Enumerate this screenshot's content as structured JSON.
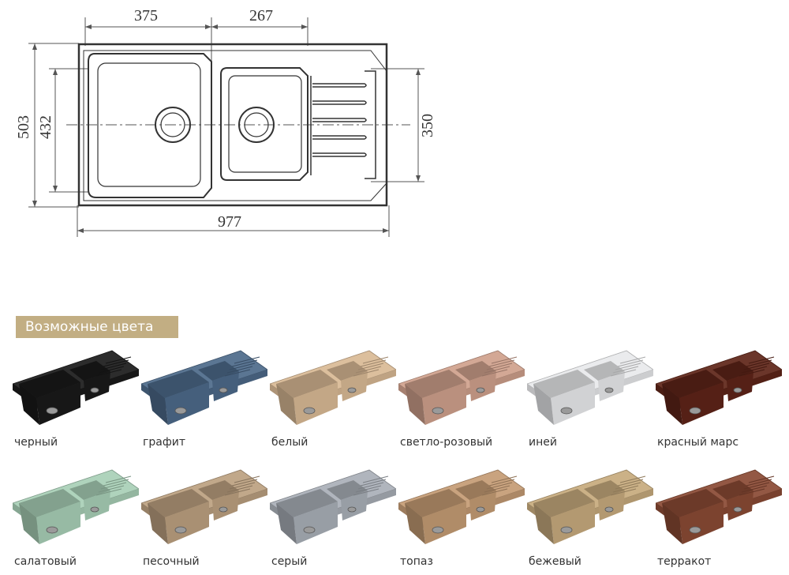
{
  "drawing": {
    "dimensions": {
      "left_bowl_width": "375",
      "right_bowl_width": "267",
      "total_width": "977",
      "total_depth": "503",
      "inner_depth": "432",
      "bowl_depth": "350"
    }
  },
  "colors_section": {
    "title": "Возможные цвета",
    "swatches": [
      {
        "label": "черный",
        "color": "#1a1a1a"
      },
      {
        "label": "графит",
        "color": "#4d6a8a"
      },
      {
        "label": "белый",
        "color": "#d9b995"
      },
      {
        "label": "светло-розовый",
        "color": "#cfa08c"
      },
      {
        "label": "иней",
        "color": "#e8e9eb"
      },
      {
        "label": "красный марс",
        "color": "#5e2418"
      },
      {
        "label": "салатовый",
        "color": "#a8cfb6"
      },
      {
        "label": "песочный",
        "color": "#bca080"
      },
      {
        "label": "серый",
        "color": "#a9afb7"
      },
      {
        "label": "топаз",
        "color": "#c49b74"
      },
      {
        "label": "бежевый",
        "color": "#c7aa7d"
      },
      {
        "label": "терракот",
        "color": "#8a4a34"
      }
    ]
  }
}
